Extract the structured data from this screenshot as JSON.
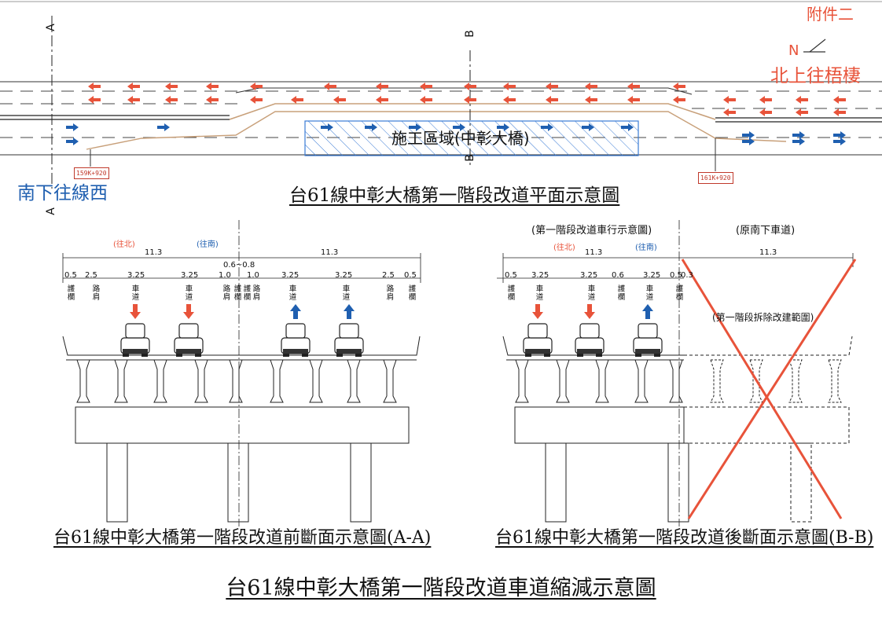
{
  "attachment_label": "附件二",
  "plan": {
    "title": "台61線中彰大橋第一階段改道平面示意圖",
    "north_marker": "N",
    "north_destination": "北上往梧棲",
    "south_destination": "南下往線西",
    "work_zone_label": "施工區域(中彰大橋)",
    "station_start": "159K+920",
    "station_end": "161K+920",
    "section_line_a": "A",
    "section_line_b": "B"
  },
  "section_aa": {
    "title": "台61線中彰大橋第一階段改道前斷面示意圖(A-A)",
    "dir_north": "(往北)",
    "dir_south": "(往南)",
    "total_left": "11.3",
    "total_right": "11.3",
    "median_dim": "0.6~0.8",
    "dims_left": [
      "0.5",
      "2.5",
      "3.25",
      "3.25",
      "1.0"
    ],
    "dims_right": [
      "1.0",
      "3.25",
      "3.25",
      "2.5",
      "0.5"
    ],
    "labels": [
      "護欄",
      "路肩",
      "車道",
      "車道",
      "路肩",
      "護欄",
      "護欄",
      "路肩",
      "車道",
      "車道",
      "路肩",
      "護欄"
    ]
  },
  "section_bb": {
    "title": "台61線中彰大橋第一階段改道後斷面示意圖(B-B)",
    "caption_left": "(第一階段改道車行示意圖)",
    "caption_right": "(原南下車道)",
    "demolition_note": "(第一階段拆除改建範圍)",
    "dir_north": "(往北)",
    "dir_south": "(往南)",
    "total_left": "11.3",
    "total_right": "11.3",
    "dims": [
      "0.5",
      "3.25",
      "3.25",
      "0.6",
      "3.25",
      "0.5",
      "0.3"
    ],
    "labels": [
      "護欄",
      "車道",
      "車道",
      "護欄",
      "車道",
      "護欄"
    ]
  },
  "main_title": "台61線中彰大橋第一階段改道車道縮減示意圖",
  "colors": {
    "north": "#e8533a",
    "south": "#1f5fb0",
    "line": "#111111",
    "median_line": "#c8a07a"
  },
  "icons": {
    "arrow_left": "arrow-left-icon",
    "arrow_right": "arrow-right-icon",
    "car": "car-front-icon",
    "centerline": "centerline-symbol"
  }
}
